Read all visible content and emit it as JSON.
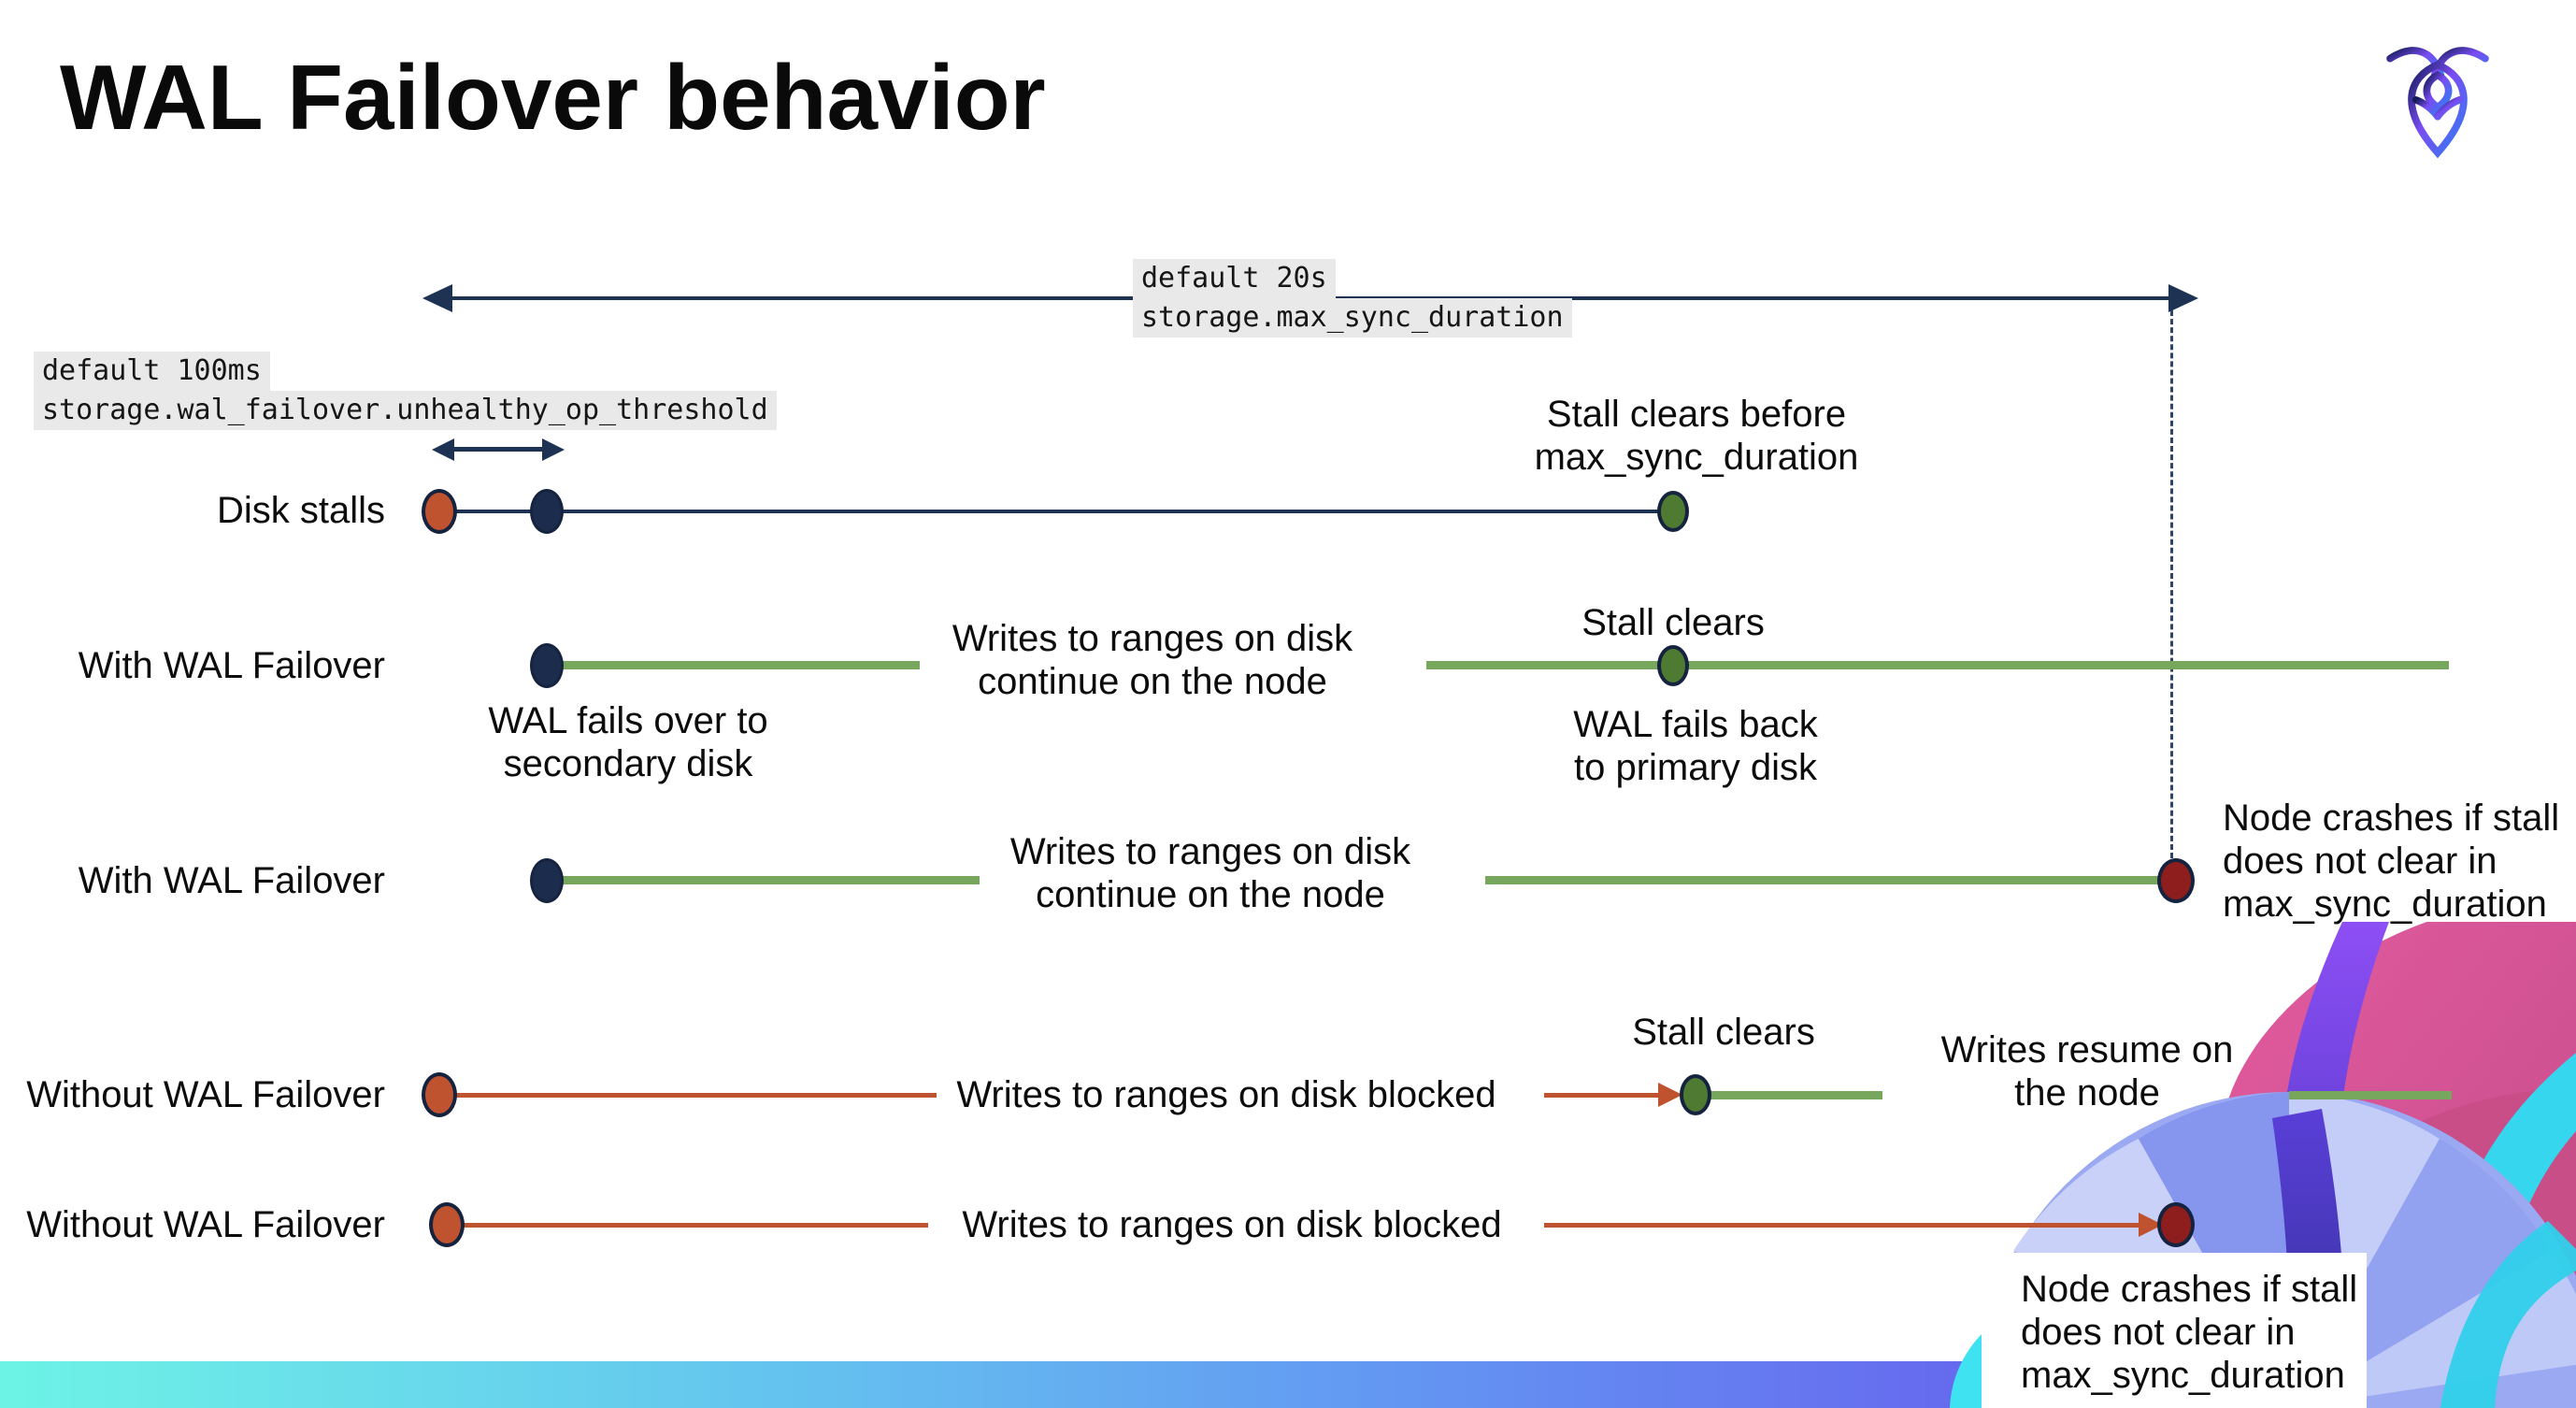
{
  "slide": {
    "title": "WAL Failover behavior"
  },
  "logo": {
    "label": "CockroachDB logo"
  },
  "callouts": {
    "max_sync_line1": "default 20s",
    "max_sync_line2": "storage.max_sync_duration",
    "threshold_line1": "default 100ms",
    "threshold_line2": "storage.wal_failover.unhealthy_op_threshold"
  },
  "rows": {
    "disk_stalls": {
      "label": "Disk stalls",
      "stall_clears": "Stall clears before\nmax_sync_duration"
    },
    "with_wal_1": {
      "label": "With WAL Failover",
      "writes": "Writes to ranges on disk\ncontinue on the node",
      "failover": "WAL fails over to\nsecondary disk",
      "stall_clears": "Stall clears",
      "failback": "WAL fails  back\nto primary disk"
    },
    "with_wal_2": {
      "label": "With WAL Failover",
      "writes": "Writes to ranges on disk\ncontinue on the node",
      "crash": "Node crashes if stall\ndoes not clear in\nmax_sync_duration"
    },
    "without_wal_1": {
      "label": "Without WAL Failover",
      "blocked": "Writes to ranges on disk  blocked",
      "stall_clears": "Stall clears",
      "resume": "Writes resume on\nthe node"
    },
    "without_wal_2": {
      "label": "Without WAL Failover",
      "blocked": "Writes to ranges on disk  blocked",
      "crash": "Node crashes if stall\ndoes not clear in\nmax_sync_duration"
    }
  },
  "colors": {
    "navy": "#1e3354",
    "green_line": "#76a75c",
    "green_dot": "#4e7a31",
    "red_orange": "#c0532f",
    "crash_red": "#8e1d1d",
    "callout_bg": "#e9e9e9",
    "bar_gradient": [
      "#6df3e6",
      "#64c4ef",
      "#6395f2",
      "#6766ee",
      "#7a4ff0"
    ]
  }
}
